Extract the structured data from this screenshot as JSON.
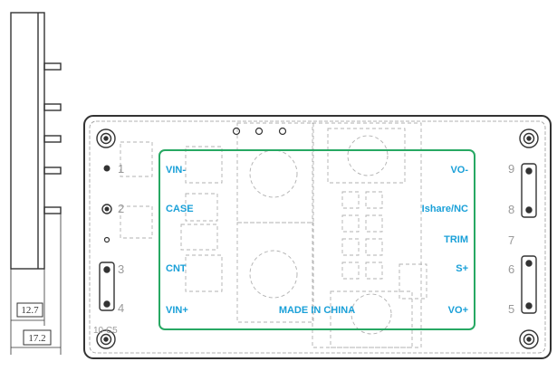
{
  "side_view": {
    "dimensions": [
      "12.7",
      "17.2"
    ]
  },
  "colors": {
    "outline": "#333333",
    "dashed": "#b0b0b0",
    "pcb_outline": "#27a863",
    "label": "#1aa0d8",
    "pin_number": "#9a9a9a"
  },
  "top_view": {
    "pins_left": [
      {
        "number": "1",
        "label": "VIN-"
      },
      {
        "number": "2",
        "label": "CASE"
      },
      {
        "number": "3",
        "label": "CNT"
      },
      {
        "number": "4",
        "label": "VIN+"
      }
    ],
    "pins_right": [
      {
        "number": "9",
        "label": "VO-"
      },
      {
        "number": "8",
        "label": "Ishare/NC"
      },
      {
        "number": "7",
        "label": "TRIM"
      },
      {
        "number": "6",
        "label": "S+"
      },
      {
        "number": "5",
        "label": "VO+"
      }
    ],
    "corner_label": "10 C5",
    "marking": "MADE IN CHINA"
  }
}
